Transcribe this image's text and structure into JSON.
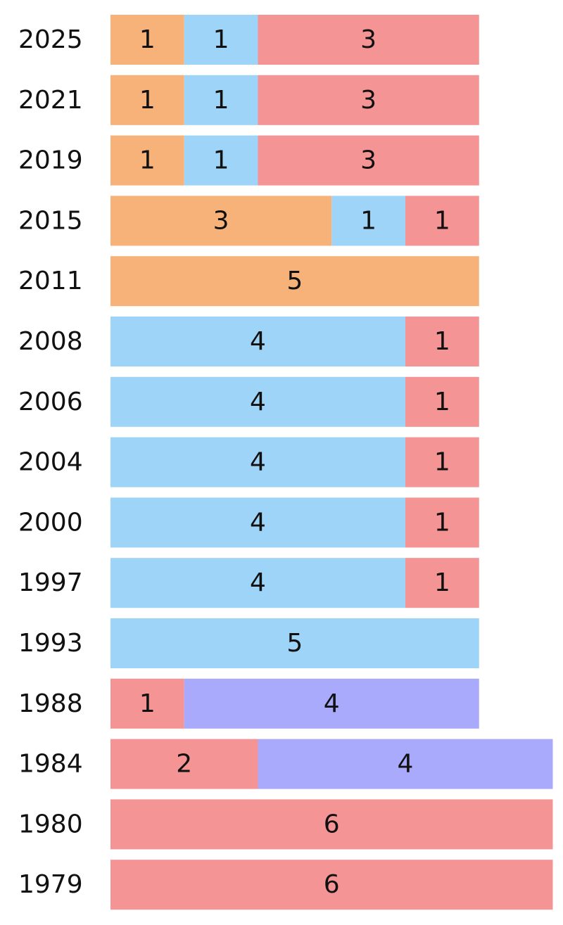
{
  "chart_data": {
    "type": "bar",
    "orientation": "horizontal",
    "stacked": true,
    "title": "",
    "xlabel": "",
    "ylabel": "",
    "grid": false,
    "legend": "none",
    "xlim": [
      0,
      6
    ],
    "colors": {
      "orange": "#f7b27a",
      "blue": "#9dd4f7",
      "red": "#f49494",
      "purple": "#a9aafb"
    },
    "categories": [
      "2025",
      "2021",
      "2019",
      "2015",
      "2011",
      "2008",
      "2006",
      "2004",
      "2000",
      "1997",
      "1993",
      "1988",
      "1984",
      "1980",
      "1979"
    ],
    "rows": [
      {
        "year": "2025",
        "segments": [
          {
            "color": "orange",
            "value": 1
          },
          {
            "color": "blue",
            "value": 1
          },
          {
            "color": "red",
            "value": 3
          }
        ]
      },
      {
        "year": "2021",
        "segments": [
          {
            "color": "orange",
            "value": 1
          },
          {
            "color": "blue",
            "value": 1
          },
          {
            "color": "red",
            "value": 3
          }
        ]
      },
      {
        "year": "2019",
        "segments": [
          {
            "color": "orange",
            "value": 1
          },
          {
            "color": "blue",
            "value": 1
          },
          {
            "color": "red",
            "value": 3
          }
        ]
      },
      {
        "year": "2015",
        "segments": [
          {
            "color": "orange",
            "value": 3
          },
          {
            "color": "blue",
            "value": 1
          },
          {
            "color": "red",
            "value": 1
          }
        ]
      },
      {
        "year": "2011",
        "segments": [
          {
            "color": "orange",
            "value": 5
          }
        ]
      },
      {
        "year": "2008",
        "segments": [
          {
            "color": "blue",
            "value": 4
          },
          {
            "color": "red",
            "value": 1
          }
        ]
      },
      {
        "year": "2006",
        "segments": [
          {
            "color": "blue",
            "value": 4
          },
          {
            "color": "red",
            "value": 1
          }
        ]
      },
      {
        "year": "2004",
        "segments": [
          {
            "color": "blue",
            "value": 4
          },
          {
            "color": "red",
            "value": 1
          }
        ]
      },
      {
        "year": "2000",
        "segments": [
          {
            "color": "blue",
            "value": 4
          },
          {
            "color": "red",
            "value": 1
          }
        ]
      },
      {
        "year": "1997",
        "segments": [
          {
            "color": "blue",
            "value": 4
          },
          {
            "color": "red",
            "value": 1
          }
        ]
      },
      {
        "year": "1993",
        "segments": [
          {
            "color": "blue",
            "value": 5
          }
        ]
      },
      {
        "year": "1988",
        "segments": [
          {
            "color": "red",
            "value": 1
          },
          {
            "color": "purple",
            "value": 4
          }
        ]
      },
      {
        "year": "1984",
        "segments": [
          {
            "color": "red",
            "value": 2
          },
          {
            "color": "purple",
            "value": 4
          }
        ]
      },
      {
        "year": "1980",
        "segments": [
          {
            "color": "red",
            "value": 6
          }
        ]
      },
      {
        "year": "1979",
        "segments": [
          {
            "color": "red",
            "value": 6
          }
        ]
      }
    ]
  }
}
